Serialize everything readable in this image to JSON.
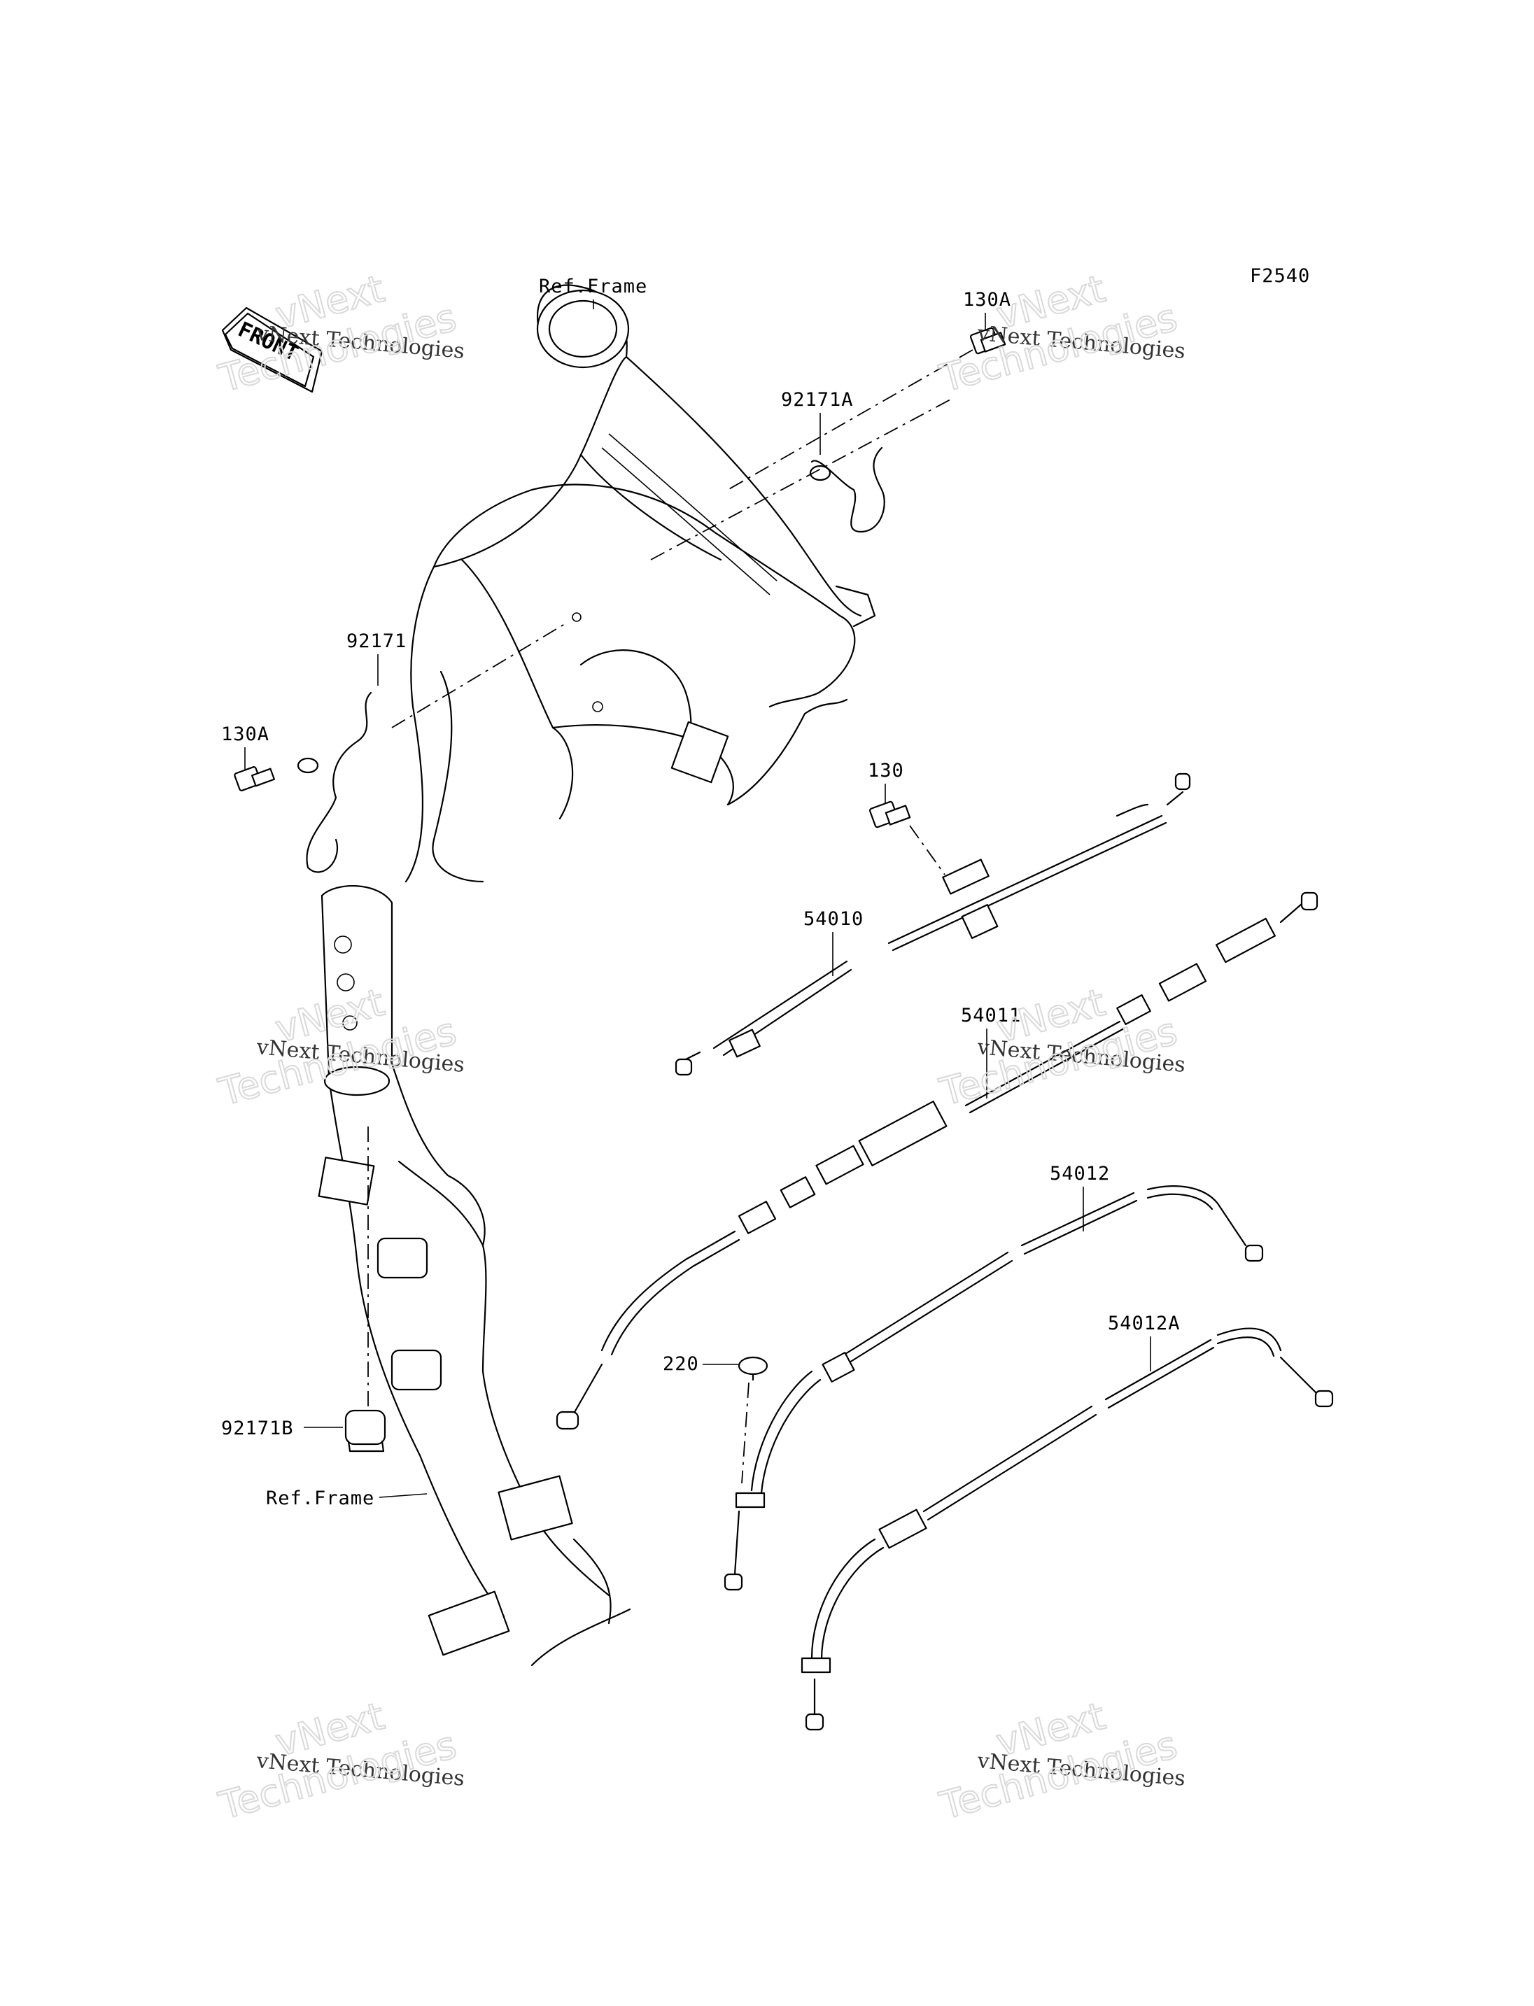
{
  "figure_code": "F2540",
  "front_arrow_label": "FRONT",
  "ref_frame_top": "Ref.Frame",
  "ref_frame_bottom": "Ref.Frame",
  "parts": {
    "p130a_top": "130A",
    "p92171a": "92171A",
    "p92171": "92171",
    "p130a_left": "130A",
    "p130": "130",
    "p54010": "54010",
    "p54011": "54011",
    "p54012": "54012",
    "p54012a": "54012A",
    "p220": "220",
    "p92171b": "92171B"
  },
  "watermark": {
    "line1": "vNext",
    "line2": "vNext Technologies",
    "line3": "Technologies"
  }
}
